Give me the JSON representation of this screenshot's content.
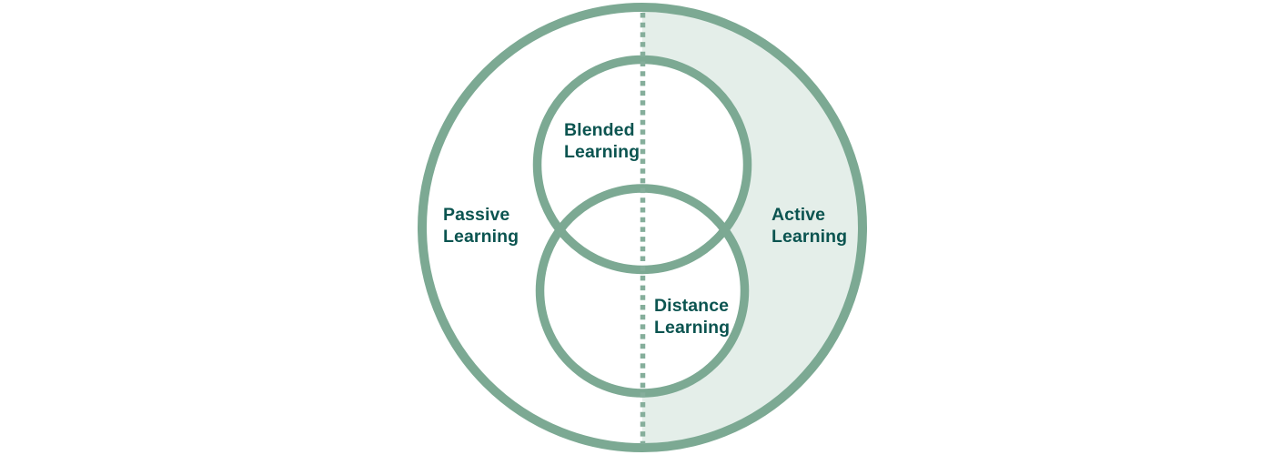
{
  "diagram": {
    "type": "venn-diagram",
    "labels": {
      "passive": "Passive\nLearning",
      "blended": "Blended\nLearning",
      "distance": "Distance\nLearning",
      "active": "Active\nLearning"
    },
    "colors": {
      "circle_stroke": "#7CA993",
      "active_half_fill": "#E4EEE9",
      "inner_circle_fill": "#FFFFFF",
      "divider_dots": "#85AE9B",
      "label_text": "#0B5450",
      "background": "#FFFFFF"
    }
  }
}
